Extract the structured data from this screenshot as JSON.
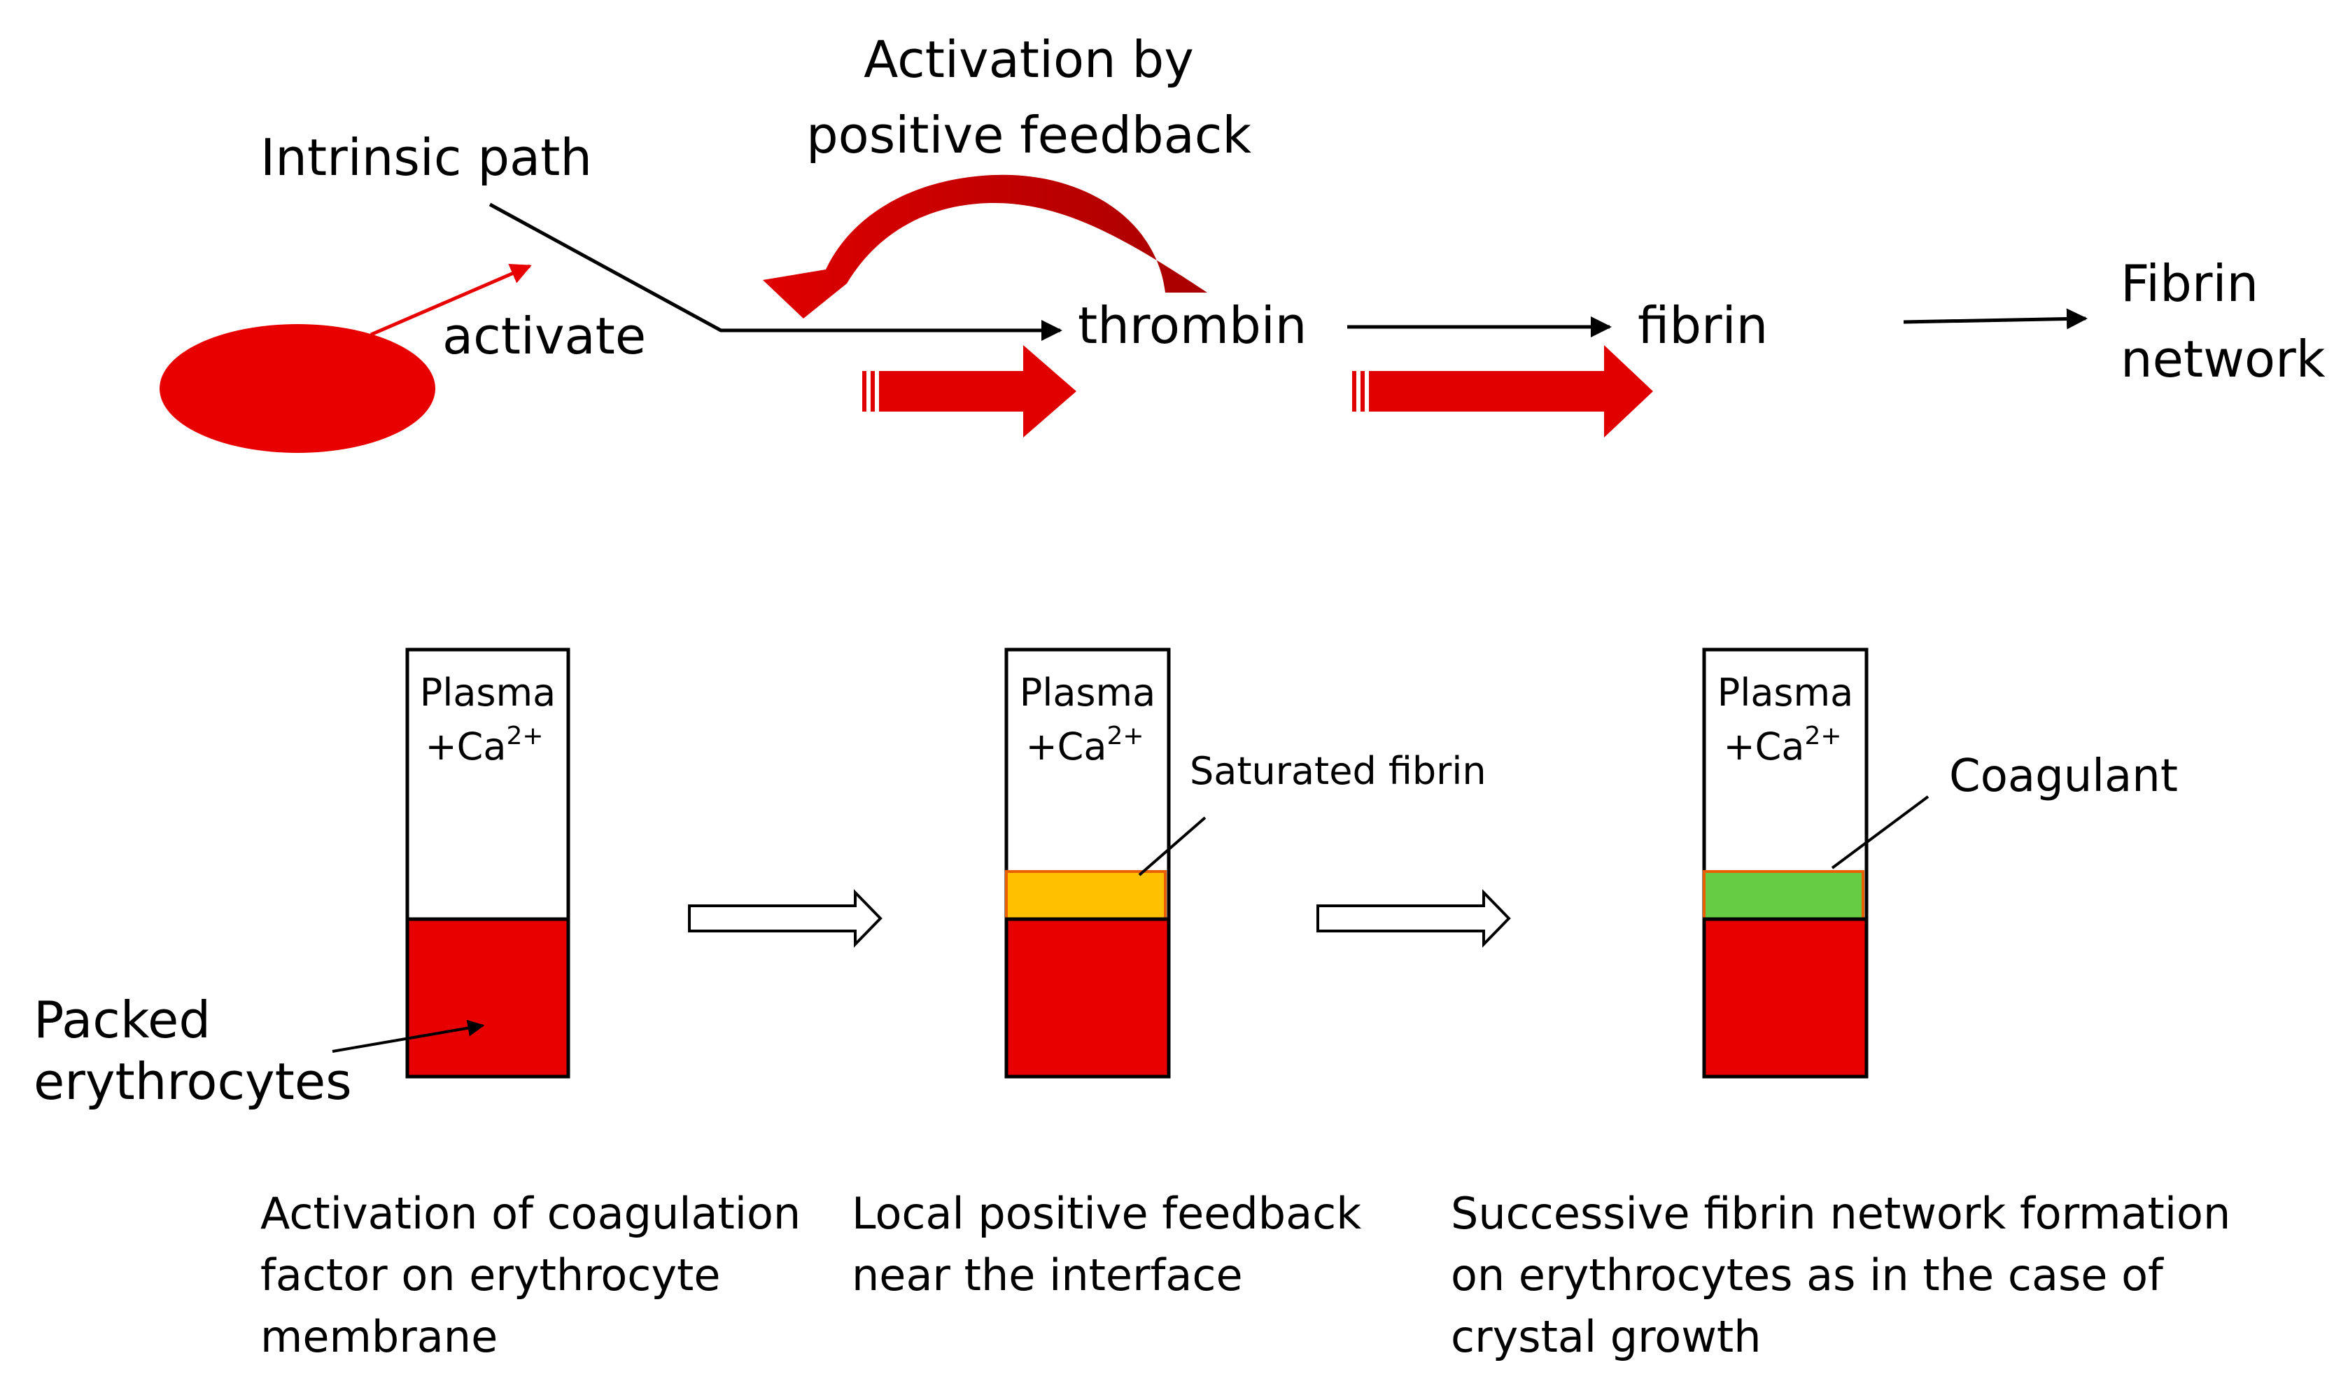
{
  "colors": {
    "erythrocyte_red": "#e80000",
    "arrow_red": "#e00000",
    "arrow_dark_red": "#b00000",
    "saturated_fibrin": "#ffc000",
    "coagulant": "#66cc44",
    "line": "#000000"
  },
  "pathway": {
    "activation_label_line1": "Activation by",
    "activation_label_line2": "positive feedback",
    "intrinsic_path": "Intrinsic path",
    "activate": "activate",
    "thrombin": "thrombin",
    "fibrin": "fibrin",
    "fibrin_network_line1": "Fibrin",
    "fibrin_network_line2": "network"
  },
  "tubes": {
    "plasma": "Plasma",
    "ca_prefix": "+Ca",
    "ca_superscript": "2+",
    "saturated_fibrin": "Saturated fibrin",
    "coagulant": "Coagulant",
    "packed_line1": "Packed",
    "packed_line2": "erythrocytes"
  },
  "captions": {
    "step1": [
      "Activation of coagulation",
      "factor on erythrocyte",
      "membrane"
    ],
    "step2": [
      "Local positive feedback",
      "near the interface"
    ],
    "step3": [
      "Successive fibrin network formation",
      "on erythrocytes as in the case of",
      "crystal growth"
    ]
  }
}
